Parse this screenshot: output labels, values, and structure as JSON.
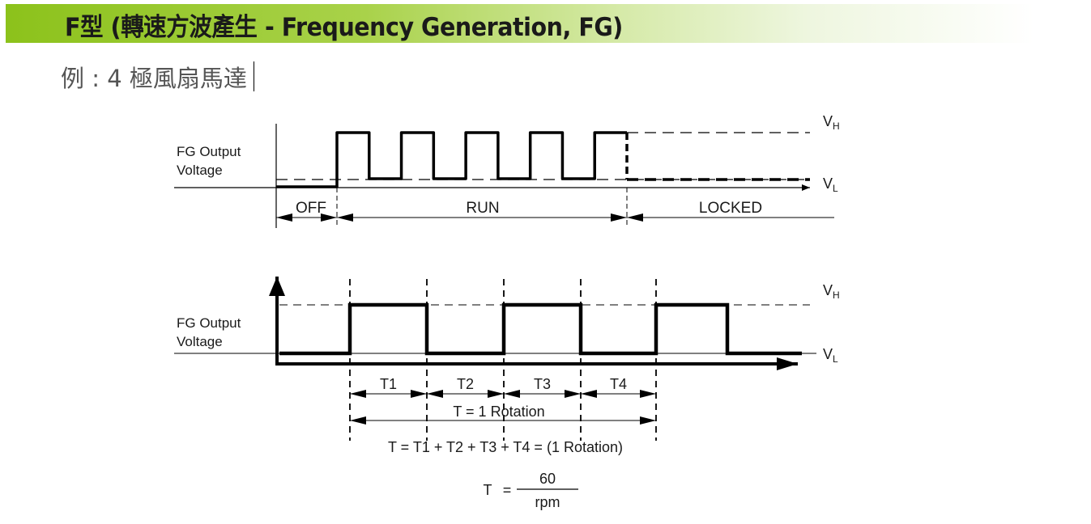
{
  "header": {
    "title": "F型 (轉速方波產生 -  Frequency Generation, FG)",
    "bar_color_start": "#8cc21b",
    "bar_color_end": "#ffffff"
  },
  "subtitle": "例 : 4 極風扇馬達",
  "top_diagram": {
    "y_label_line1": "FG Output",
    "y_label_line2": "Voltage",
    "vh_label": "V",
    "vh_sub": "H",
    "vl_label": "V",
    "vl_sub": "L",
    "phases": [
      {
        "label": "OFF"
      },
      {
        "label": "RUN"
      },
      {
        "label": "LOCKED"
      }
    ],
    "run_pulse_count": 5
  },
  "bottom_diagram": {
    "y_label_line1": "FG Output",
    "y_label_line2": "Voltage",
    "vh_label": "V",
    "vh_sub": "H",
    "vl_label": "V",
    "vl_sub": "L",
    "intervals": [
      "T1",
      "T2",
      "T3",
      "T4"
    ],
    "rotation_label": "T = 1  Rotation",
    "sum_formula": "T = T1 + T2  + T3  + T4  = (1 Rotation)",
    "period_formula": {
      "lhs": "T",
      "equals": "=",
      "numerator": "60",
      "denominator": "rpm"
    }
  }
}
